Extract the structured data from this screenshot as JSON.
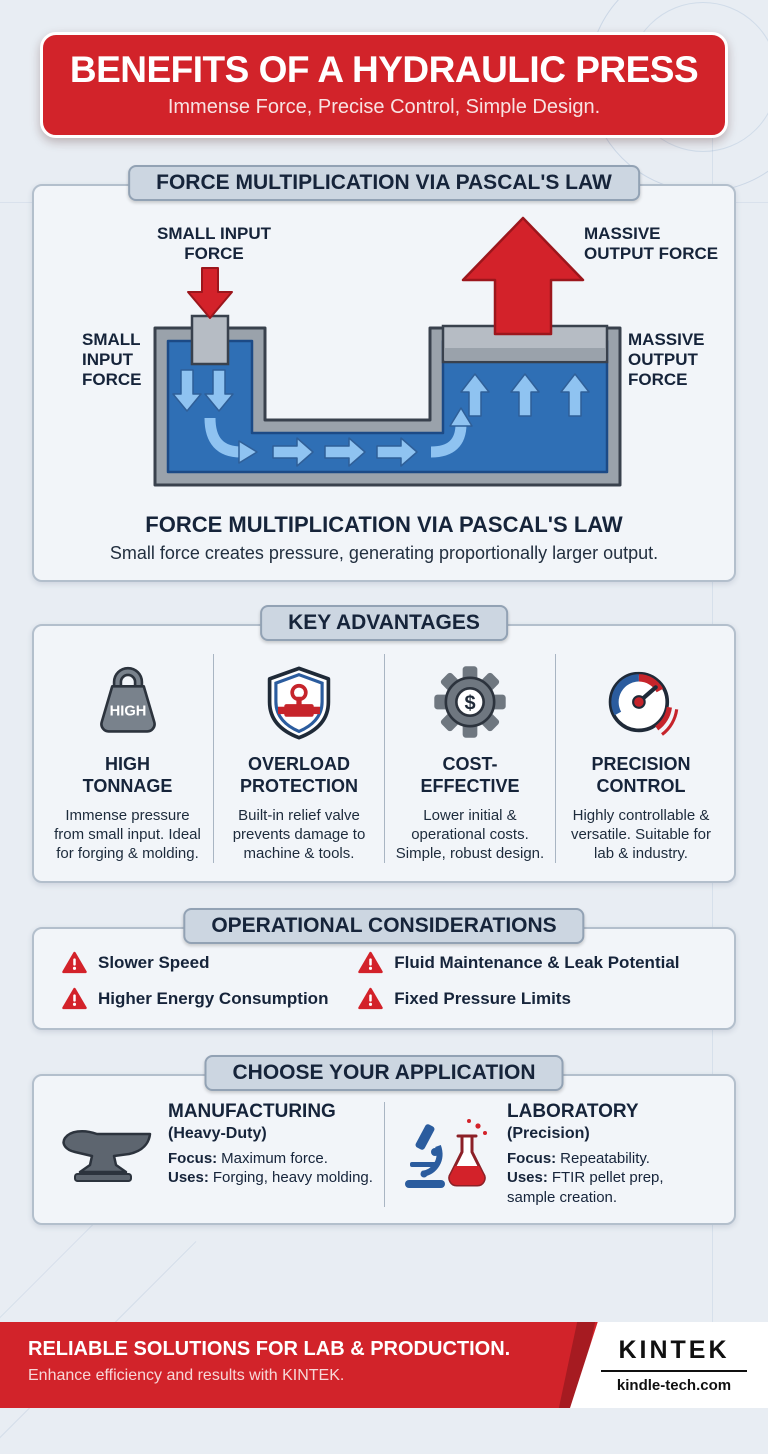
{
  "colors": {
    "accent_red": "#d2232a",
    "navy": "#16243a",
    "fluid_blue": "#2f6fb5"
  },
  "header": {
    "title": "BENEFITS OF A HYDRAULIC PRESS",
    "subtitle": "Immense Force, Precise Control, Simple Design."
  },
  "pascal": {
    "section_title": "FORCE MULTIPLICATION VIA PASCAL'S LAW",
    "labels": {
      "top_left": "SMALL INPUT\nFORCE",
      "top_right": "MASSIVE\nOUTPUT FORCE",
      "side_left": "SMALL\nINPUT\nFORCE",
      "side_right": "MASSIVE\nOUTPUT\nFORCE"
    },
    "caption_title": "FORCE MULTIPLICATION VIA PASCAL'S LAW",
    "caption_text": "Small force creates pressure, generating proportionally larger output."
  },
  "advantages": {
    "section_title": "KEY ADVANTAGES",
    "items": [
      {
        "icon": "weight-icon",
        "icon_label": "HIGH",
        "title": "HIGH\nTONNAGE",
        "desc": "Immense pressure from small input. Ideal for forging & molding."
      },
      {
        "icon": "shield-relief-valve-icon",
        "title": "OVERLOAD\nPROTECTION",
        "desc": "Built-in relief valve prevents damage to machine & tools."
      },
      {
        "icon": "gear-dollar-icon",
        "icon_label": "$",
        "title": "COST-\nEFFECTIVE",
        "desc": "Lower initial & operational costs. Simple, robust design."
      },
      {
        "icon": "pressure-gauge-icon",
        "title": "PRECISION\nCONTROL",
        "desc": "Highly controllable & versatile. Suitable for lab & industry."
      }
    ]
  },
  "considerations": {
    "section_title": "OPERATIONAL CONSIDERATIONS",
    "items": [
      "Slower Speed",
      "Fluid Maintenance & Leak Potential",
      "Higher Energy Consumption",
      "Fixed Pressure Limits"
    ]
  },
  "applications": {
    "section_title": "CHOOSE YOUR APPLICATION",
    "items": [
      {
        "icon": "anvil-icon",
        "title": "MANUFACTURING",
        "subtitle": "(Heavy-Duty)",
        "focus_label": "Focus:",
        "focus_text": "Maximum force.",
        "uses_label": "Uses:",
        "uses_text": "Forging, heavy molding."
      },
      {
        "icon": "microscope-flask-icon",
        "title": "LABORATORY",
        "subtitle": "(Precision)",
        "focus_label": "Focus:",
        "focus_text": "Repeatability.",
        "uses_label": "Uses:",
        "uses_text": "FTIR pellet prep, sample creation."
      }
    ]
  },
  "footer": {
    "headline": "RELIABLE SOLUTIONS FOR LAB & PRODUCTION.",
    "subline": "Enhance efficiency and results with KINTEK.",
    "brand": "KINTEK",
    "website": "kindle-tech.com"
  }
}
